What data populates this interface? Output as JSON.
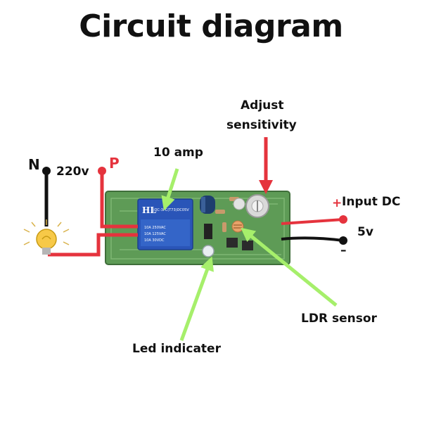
{
  "title": "Circuit diagram",
  "labels": {
    "neutral": "N",
    "phase": "P",
    "mains_voltage": "220v",
    "relay_rating": "10 amp",
    "sensitivity_line1": "Adjust",
    "sensitivity_line2": "sensitivity",
    "input_plus": "+",
    "input_dc": "Input DC",
    "input_voltage": "5v",
    "input_minus": "–",
    "ldr_sensor": "LDR sensor",
    "led_indicator": "Led indicater"
  },
  "relay_text": {
    "brand": "HL",
    "model": "JQC-3FC(T73)DC05V",
    "spec1": "10A 250VAC",
    "spec2": "10A 125VAC",
    "spec3": "10A 30VDC"
  },
  "colors": {
    "phase_wire": "#e5333d",
    "neutral_wire": "#111111",
    "callout_red": "#e5333d",
    "callout_green": "#a6ef6b",
    "pcb": "#5e9b56",
    "relay": "#2a55b8",
    "bulb": "#f7c948"
  }
}
